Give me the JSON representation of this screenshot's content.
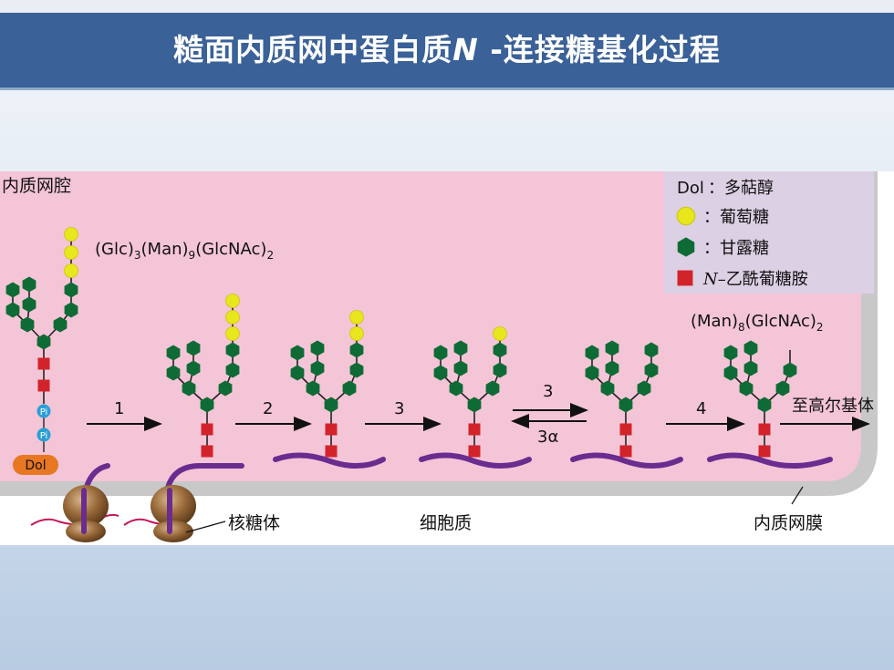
{
  "header": {
    "title_part1": "糙面内质网中蛋白质",
    "title_italic": "N",
    "title_part2": " -连接糖基化过程"
  },
  "figure": {
    "region_er_lumen": "内质网腔",
    "region_cytosol": "细胞质",
    "region_er_membrane": "内质网膜",
    "ribosome_label": "核糖体",
    "dol_label": "Dol",
    "pi_label": "Pi",
    "precursor_label": {
      "a": "(Glc)",
      "a_sub": "3",
      "b": "(Man)",
      "b_sub": "9",
      "c": "(GlcNAc)",
      "c_sub": "2"
    },
    "product_label": {
      "a": "(Man)",
      "a_sub": "8",
      "b": "(GlcNAc)",
      "b_sub": "2"
    },
    "to_golgi": "至高尔基体",
    "steps": {
      "s1": "1",
      "s2": "2",
      "s3": "3",
      "s3_fwd": "3",
      "s3_rev": "3α",
      "s4": "4"
    },
    "legend": {
      "dol_key": "Dol",
      "dol_desc": "：多萜醇",
      "glucose": "：葡萄糖",
      "mannose": "：甘露糖",
      "glcnac_italic": "N",
      "glcnac_rest": "–乙酰葡糖胺"
    }
  },
  "colors": {
    "title_bar": "#3a6198",
    "er_lumen": "#f4c5d7",
    "legend_bg": "#dcd0e4",
    "glucose": "#e8e61c",
    "mannose": "#0f6b35",
    "glcnac": "#d2232a",
    "phosphate": "#2a9fd6",
    "dolichol": "#e87722",
    "polypeptide": "#6a2c8f",
    "ribosome": "#8b5a2b"
  }
}
